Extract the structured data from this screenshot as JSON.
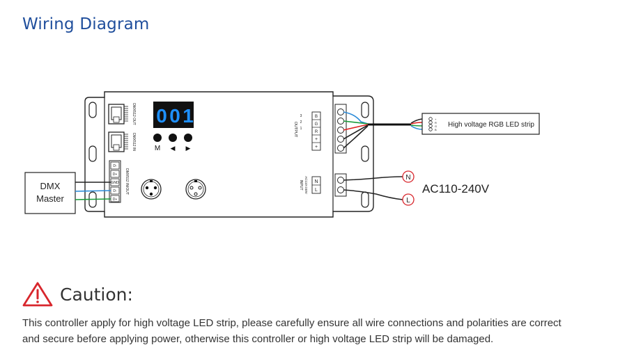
{
  "title": "Wiring Diagram",
  "display": {
    "digits": [
      "0",
      "0",
      "1"
    ]
  },
  "buttons": {
    "m": "M",
    "left": "◀",
    "right": "▶"
  },
  "dmx_master": {
    "line1": "DMX",
    "line2": "Master"
  },
  "dmx_terminals": [
    "D-",
    "D+",
    "GND",
    "D-",
    "D+"
  ],
  "dmx_side_label": "DMX512 IN/OUT",
  "rj45_labels": [
    "DMX512 OUT",
    "DMX512 IN"
  ],
  "output": {
    "label": "OUTPUT",
    "channels": [
      "3",
      "2",
      "1",
      "+",
      "+"
    ],
    "pins": [
      "B",
      "G",
      "R",
      "+",
      "+"
    ]
  },
  "input": {
    "label": "INPUT",
    "sub": "AC110-240V",
    "pins": [
      "N",
      "L"
    ]
  },
  "led_strip": {
    "label": "High voltage RGB LED strip",
    "pins": [
      "+",
      "R",
      "G",
      "B"
    ]
  },
  "ac": {
    "label": "AC110-240V",
    "n": "N",
    "l": "L"
  },
  "caution": {
    "title": "Caution:",
    "line1": "This controller apply for high voltage LED strip, please carefully ensure all wire connections and polarities are correct",
    "line2": "and secure before applying power, otherwise this controller or high voltage LED strip will be damaged."
  },
  "colors": {
    "title": "#1f4e9c",
    "warning": "#d8262c",
    "display_digits": "#1e90ff",
    "wire_red": "#e02020",
    "wire_green": "#1a9a3a",
    "wire_blue": "#2a8ad8"
  }
}
